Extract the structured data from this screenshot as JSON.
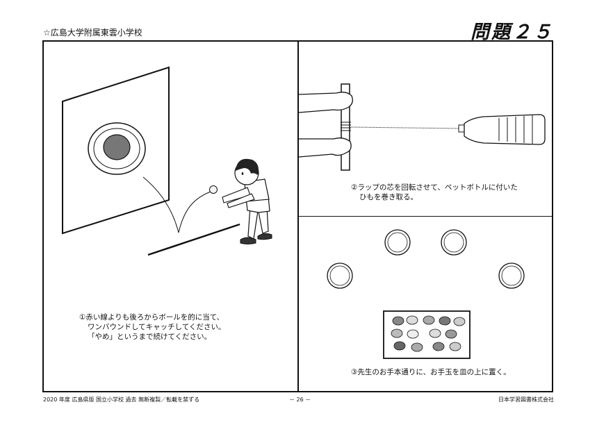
{
  "header": {
    "school": "☆広島大学附属東雲小学校",
    "problem_number": "問題２５"
  },
  "panels": {
    "panel1": {
      "line1": "①赤い線よりも後ろからボールを的に当て、",
      "line2": "ワンバウンドしてキャッチしてください。",
      "line3": "「やめ」というまで続けてください。"
    },
    "panel2": {
      "line1": "②ラップの芯を回転させて、ペットボトルに付いた",
      "line2": "ひもを巻き取る。"
    },
    "panel3": {
      "line1": "③先生のお手本通りに、お手玉を皿の上に置く。"
    }
  },
  "footer": {
    "left": "2020 年度  広島県版    国立小学校    過去    無断複製／転載を禁ずる",
    "center": "－ 26 －",
    "right": "日本学習図書株式会社"
  }
}
